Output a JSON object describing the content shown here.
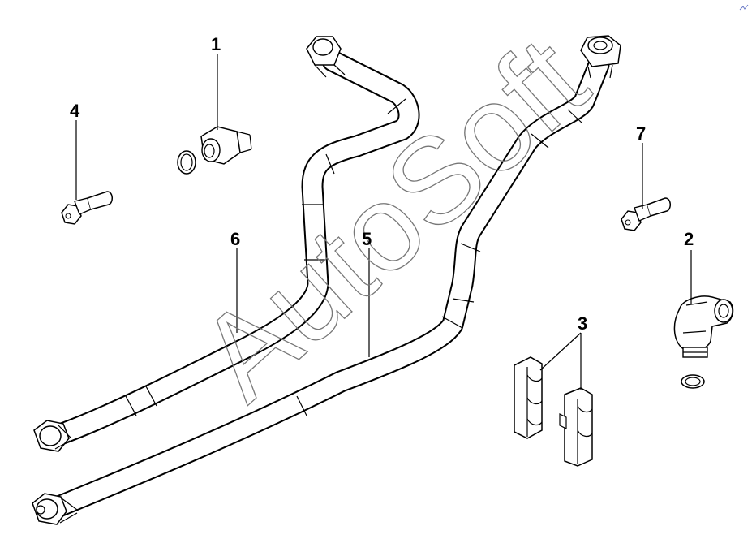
{
  "watermark": "AutoSoft",
  "callouts": {
    "c1": "1",
    "c2": "2",
    "c3": "3",
    "c4": "4",
    "c5": "5",
    "c6": "6",
    "c7": "7"
  }
}
